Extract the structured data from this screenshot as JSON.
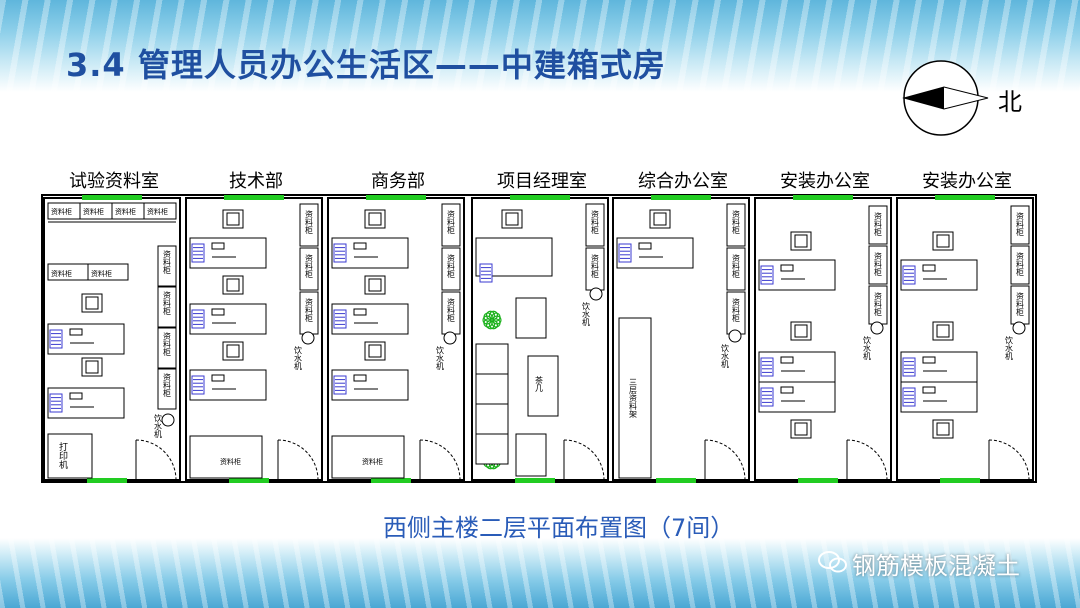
{
  "title": "3.4  管理人员办公生活区——中建箱式房",
  "north_label": "北",
  "caption": "西侧主楼二层平面布置图（7间）",
  "watermark": "钢筋模板混凝土",
  "rooms": [
    {
      "name": "试验资料室",
      "top_shelves": [
        "资料柜",
        "资料柜",
        "资料柜",
        "资料柜"
      ],
      "mid_shelves": [
        "资料柜",
        "资料柜"
      ],
      "side_shelves": [
        "资料柜",
        "资料柜",
        "资料柜",
        "资料柜"
      ],
      "water": "饮水机",
      "printer": "打印机"
    },
    {
      "name": "技术部",
      "side_shelves": [
        "资料柜",
        "资料柜",
        "资料柜"
      ],
      "water": "饮水机",
      "bottom_item": "资料柜"
    },
    {
      "name": "商务部",
      "side_shelves": [
        "资料柜",
        "资料柜",
        "资料柜"
      ],
      "water": "饮水机",
      "bottom_item": "资料柜"
    },
    {
      "name": "项目经理室",
      "side_shelves": [
        "资料柜",
        "资料柜"
      ],
      "water": "饮水机",
      "tea_table": "茶几"
    },
    {
      "name": "综合办公室",
      "side_shelves": [
        "资料柜",
        "资料柜",
        "资料柜"
      ],
      "water": "饮水机",
      "long_table": "三层资料架"
    },
    {
      "name": "安装办公室",
      "side_shelves": [
        "资料柜",
        "资料柜",
        "资料柜"
      ],
      "water": "饮水机"
    },
    {
      "name": "安装办公室",
      "side_shelves": [
        "资料柜",
        "资料柜",
        "资料柜"
      ],
      "water": "饮水机"
    }
  ],
  "colors": {
    "title": "#1f4fa0",
    "caption": "#2a5cb8",
    "window": "#22cc22",
    "chair": "#3a3ad0",
    "plant": "#19b019"
  }
}
